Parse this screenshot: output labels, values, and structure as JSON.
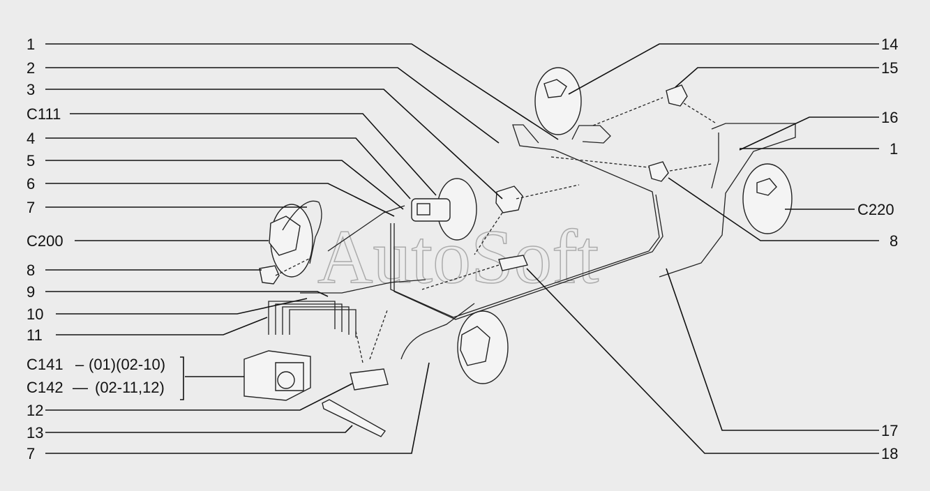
{
  "labels_left": [
    "1",
    "2",
    "3",
    "C111",
    "4",
    "5",
    "6",
    "7",
    "C200",
    "8",
    "9",
    "10",
    "11",
    "C141",
    "C142",
    "12",
    "13",
    "7"
  ],
  "abs_codes": {
    "c141": "(01)(02-10)",
    "c142": "(02-11,12)"
  },
  "labels_right": [
    "14",
    "15",
    "16",
    "1",
    "C220",
    "8",
    "17",
    "18"
  ],
  "watermark": "AutoSoft"
}
